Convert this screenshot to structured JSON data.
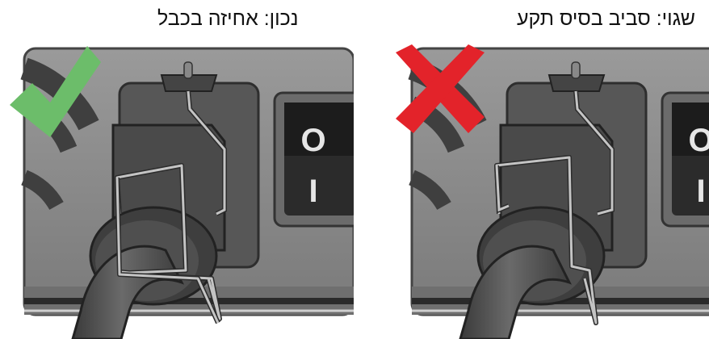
{
  "figure": {
    "panels": [
      {
        "caption": "נכון: אחיזה בכבל",
        "verdict": "correct",
        "mark_icon": "check-mark-icon",
        "mark_color": "#6cbd6a",
        "grip": "cable"
      },
      {
        "caption": "שגוי: סביב בסיס תקע",
        "verdict": "incorrect",
        "mark_icon": "x-mark-icon",
        "mark_color": "#e3232a",
        "grip": "plug-base"
      }
    ],
    "switch_labels": {
      "off": "O",
      "on": "I"
    },
    "colors": {
      "chassis": "#8c8c8c",
      "chassis_dark": "#5f5f5f",
      "plug": "#4a4a4a",
      "cable": "#535353",
      "wire": "#bdbdbd",
      "switch": "#2b2b2b"
    }
  }
}
